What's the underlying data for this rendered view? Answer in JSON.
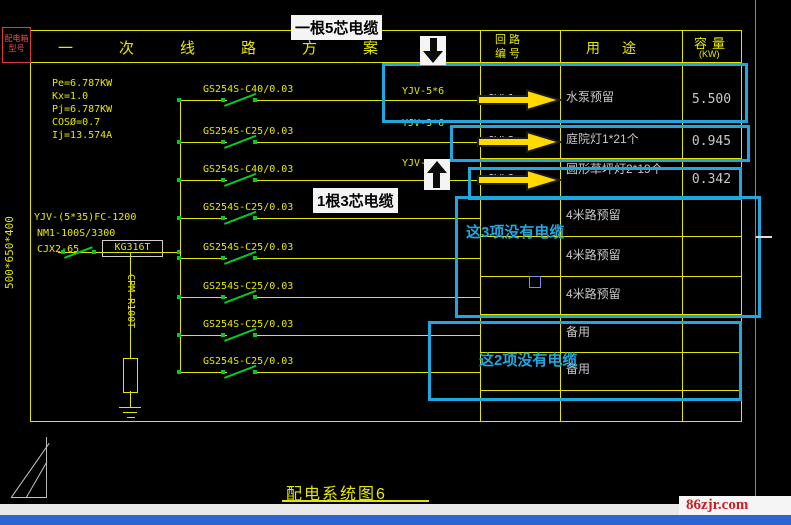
{
  "colors": {
    "cad_yellow": "#e8e800",
    "cad_green": "#00cc22",
    "highlight_cyan": "#1fa7e0",
    "annotation_red": "#c32222",
    "taskbar_blue": "#2e63d2"
  },
  "drawing": {
    "title": "配电系统图6",
    "panel_box": {
      "line1": "配电箱",
      "line2": "型号"
    },
    "panel_size": "500*650*400",
    "params": {
      "pe": "Pe=6.787KW",
      "kx": "Kx=1.0",
      "pj": "Pj=6.787KW",
      "cos": "COSØ=0.7",
      "ij": "Ij=13.574A"
    },
    "incoming": {
      "cable": "YJV-(5*35)FC-1200",
      "breaker": "NM1-100S/3300",
      "contactor": "CJX2-65",
      "timer": "KG316T",
      "meter": "CPM-R100T"
    },
    "headers": {
      "scheme": "一次线路方案",
      "circuit1": "回路",
      "circuit2": "编号",
      "usage": "用途",
      "cap1": "容量",
      "cap2": "(KW)"
    },
    "rows": [
      {
        "breaker": "GS254S-C40/0.03",
        "cable": "YJV-5*6",
        "circuit": "8WL1",
        "usage": "水泵预留",
        "capacity": "5.500"
      },
      {
        "breaker": "GS254S-C25/0.03",
        "cable": "YJV-3*6",
        "circuit": "8WL2",
        "usage": "庭院灯1*21个",
        "capacity": "0.945"
      },
      {
        "breaker": "GS254S-C40/0.03",
        "cable": "YJV-3*6",
        "circuit": "8WL3",
        "usage": "圆形草坪灯2*19个",
        "capacity": "0.342"
      },
      {
        "breaker": "GS254S-C25/0.03",
        "cable": "",
        "circuit": "",
        "usage": "4米路预留",
        "capacity": ""
      },
      {
        "breaker": "GS254S-C25/0.03",
        "cable": "",
        "circuit": "",
        "usage": "4米路预留",
        "capacity": ""
      },
      {
        "breaker": "GS254S-C25/0.03",
        "cable": "",
        "circuit": "",
        "usage": "4米路预留",
        "capacity": ""
      },
      {
        "breaker": "GS254S-C25/0.03",
        "cable": "",
        "circuit": "",
        "usage": "备用",
        "capacity": ""
      },
      {
        "breaker": "GS254S-C25/0.03",
        "cable": "",
        "circuit": "",
        "usage": "备用",
        "capacity": ""
      }
    ],
    "annotations": {
      "top_note": "一根5芯电缆",
      "mid_note": "1根3芯电缆",
      "group3": "这3项没有电缆",
      "group2": "这2项没有电缆"
    }
  },
  "watermark": "86zjr.com"
}
